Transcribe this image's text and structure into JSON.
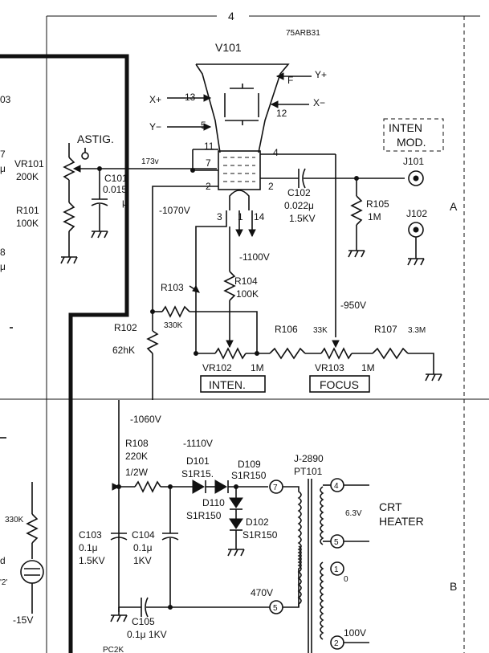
{
  "diagram": {
    "grid_marks": {
      "top": "4",
      "row_a": "A",
      "row_b": "B"
    },
    "drawing_number": "75ARB31",
    "tube": {
      "ref": "V101",
      "pins": [
        "13",
        "5",
        "11",
        "7",
        "2",
        "4",
        "12",
        "2",
        "3",
        "1",
        "14"
      ],
      "labels": {
        "x_plus": "X+",
        "x_minus": "X−",
        "y_plus": "Y+",
        "y_minus": "Y−",
        "f": "F"
      }
    },
    "voltages": {
      "v173": "173v",
      "v1070": "-1070V",
      "v1100": "-1100V",
      "v950": "-950V",
      "v1060": "-1060V",
      "v1110": "-1110V",
      "v15": "-15V",
      "v470": "470V",
      "v63": "6.3V",
      "v100": "100V"
    },
    "controls": {
      "astig": "ASTIG.",
      "inten_mod_1": "INTEN",
      "inten_mod_2": "MOD.",
      "inten_box": "INTEN.",
      "focus_box": "FOCUS"
    },
    "connectors": {
      "j101": "J101",
      "j102": "J102"
    },
    "components": {
      "vr101": "VR101",
      "vr101_val": "200K",
      "r101": "R101",
      "r101_val": "100K",
      "c101": "C101",
      "c101_val": "0.015",
      "c101_unit": "μ",
      "c102": "C102",
      "c102_val": "0.022μ",
      "c102_v": "1.5KV",
      "r105": "R105",
      "r105_val": "1M",
      "r103": "R103",
      "r103_val": "330K",
      "r104": "R104",
      "r104_val": "100K",
      "r102": "R102",
      "r102_val": "62hK",
      "r106": "R106",
      "r106_val": "33K",
      "r107": "R107",
      "r107_val": "3.3M",
      "vr102": "VR102",
      "vr102_val": "1M",
      "vr103": "VR103",
      "vr103_val": "1M",
      "r108": "R108",
      "r108_val": "220K",
      "r108_w": "1/2W",
      "d101": "D101",
      "d101_type": "S1R15.",
      "d109": "D109",
      "d109_type": "S1R150",
      "d110": "D110",
      "d110_type": "S1R150",
      "d102": "D102",
      "d102_type": "S1R150",
      "t_part": "J-2890",
      "pt101": "PT101",
      "c103": "C103",
      "c103_val": "0.1μ",
      "c103_v": "1.5KV",
      "c104": "C104",
      "c104_val": "0.1μ",
      "c104_v": "1KV",
      "c105": "C105",
      "c105_val": "0.1μ  1KV",
      "crt": "CRT",
      "heater": "HEATER",
      "term_7": "7",
      "term_4": "4",
      "term_5": "5",
      "term_1": "1",
      "term_0": "0",
      "term_5b": "5",
      "term_2": "2",
      "left_330k": "330K",
      "left_n15": "-15V"
    },
    "left_edge_fragments": [
      "03",
      "7",
      "μ",
      "8",
      "μ",
      "d",
      "'2'",
      "PC2K"
    ]
  }
}
